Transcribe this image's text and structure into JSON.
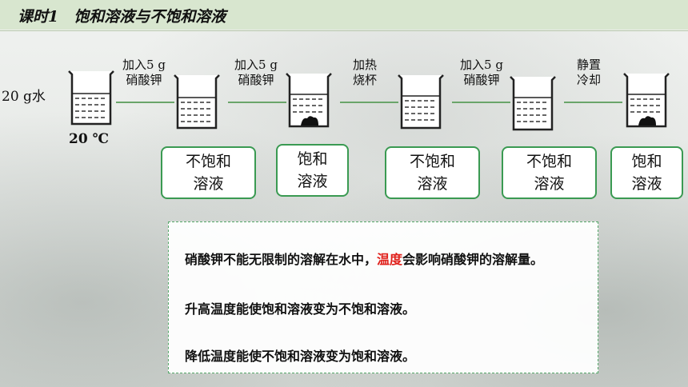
{
  "header": {
    "title": "课时1　饱和溶液与不饱和溶液"
  },
  "start": {
    "water_label": "20 g水",
    "temp_label": "20 ℃"
  },
  "steps": [
    {
      "line1": "加入5 g",
      "line2": "硝酸钾"
    },
    {
      "line1": "加入5 g",
      "line2": "硝酸钾"
    },
    {
      "line1": "加热",
      "line2": "烧杯"
    },
    {
      "line1": "加入5 g",
      "line2": "硝酸钾"
    },
    {
      "line1": "静置",
      "line2": "冷却"
    }
  ],
  "states": [
    {
      "line1": "不饱和",
      "line2": "溶液"
    },
    {
      "line1": "饱和",
      "line2": "溶液"
    },
    {
      "line1": "不饱和",
      "line2": "溶液"
    },
    {
      "line1": "不饱和",
      "line2": "溶液"
    },
    {
      "line1": "饱和",
      "line2": "溶液"
    }
  ],
  "info": {
    "line1_before": "硝酸钾不能无限制的溶解在水中，",
    "line1_highlight": "温度",
    "line1_after": "会影响硝酸钾的溶解量。",
    "line2": "升高温度能使饱和溶液变为不饱和溶液。",
    "line3": "降低温度能使不饱和溶液变为饱和溶液。"
  },
  "colors": {
    "highlight": "#e0201b",
    "box_border": "#3a9a52",
    "header_bg": "#d8e6cf"
  },
  "icons": {
    "beaker": "beaker-icon",
    "precipitate": "precipitate-icon"
  }
}
